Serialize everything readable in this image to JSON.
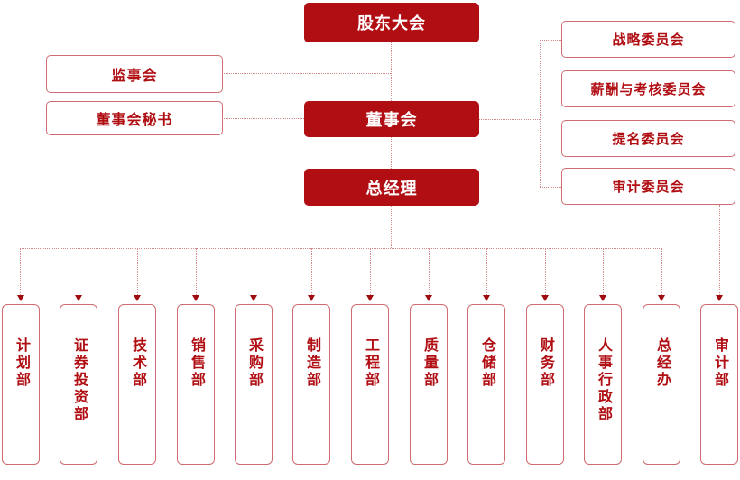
{
  "colors": {
    "primary_red": "#b00e13",
    "box_border": "#cf6b70",
    "connector": "#d4888b",
    "arrow": "#9e0b10",
    "background": "#ffffff"
  },
  "nodes": {
    "shareholders_meeting": {
      "label": "股东大会"
    },
    "board_of_directors": {
      "label": "董事会"
    },
    "general_manager": {
      "label": "总经理"
    },
    "supervisory_board": {
      "label": "监事会"
    },
    "board_secretary": {
      "label": "董事会秘书"
    }
  },
  "committees": [
    {
      "label": "战略委员会"
    },
    {
      "label": "薪酬与考核委员会"
    },
    {
      "label": "提名委员会"
    },
    {
      "label": "审计委员会"
    }
  ],
  "departments": [
    {
      "label": "计划部"
    },
    {
      "label": "证券投资部"
    },
    {
      "label": "技术部"
    },
    {
      "label": "销售部"
    },
    {
      "label": "采购部"
    },
    {
      "label": "制造部"
    },
    {
      "label": "工程部"
    },
    {
      "label": "质量部"
    },
    {
      "label": "仓储部"
    },
    {
      "label": "财务部"
    },
    {
      "label": "人事行政部"
    },
    {
      "label": "总经办"
    },
    {
      "label": "审计部"
    }
  ]
}
